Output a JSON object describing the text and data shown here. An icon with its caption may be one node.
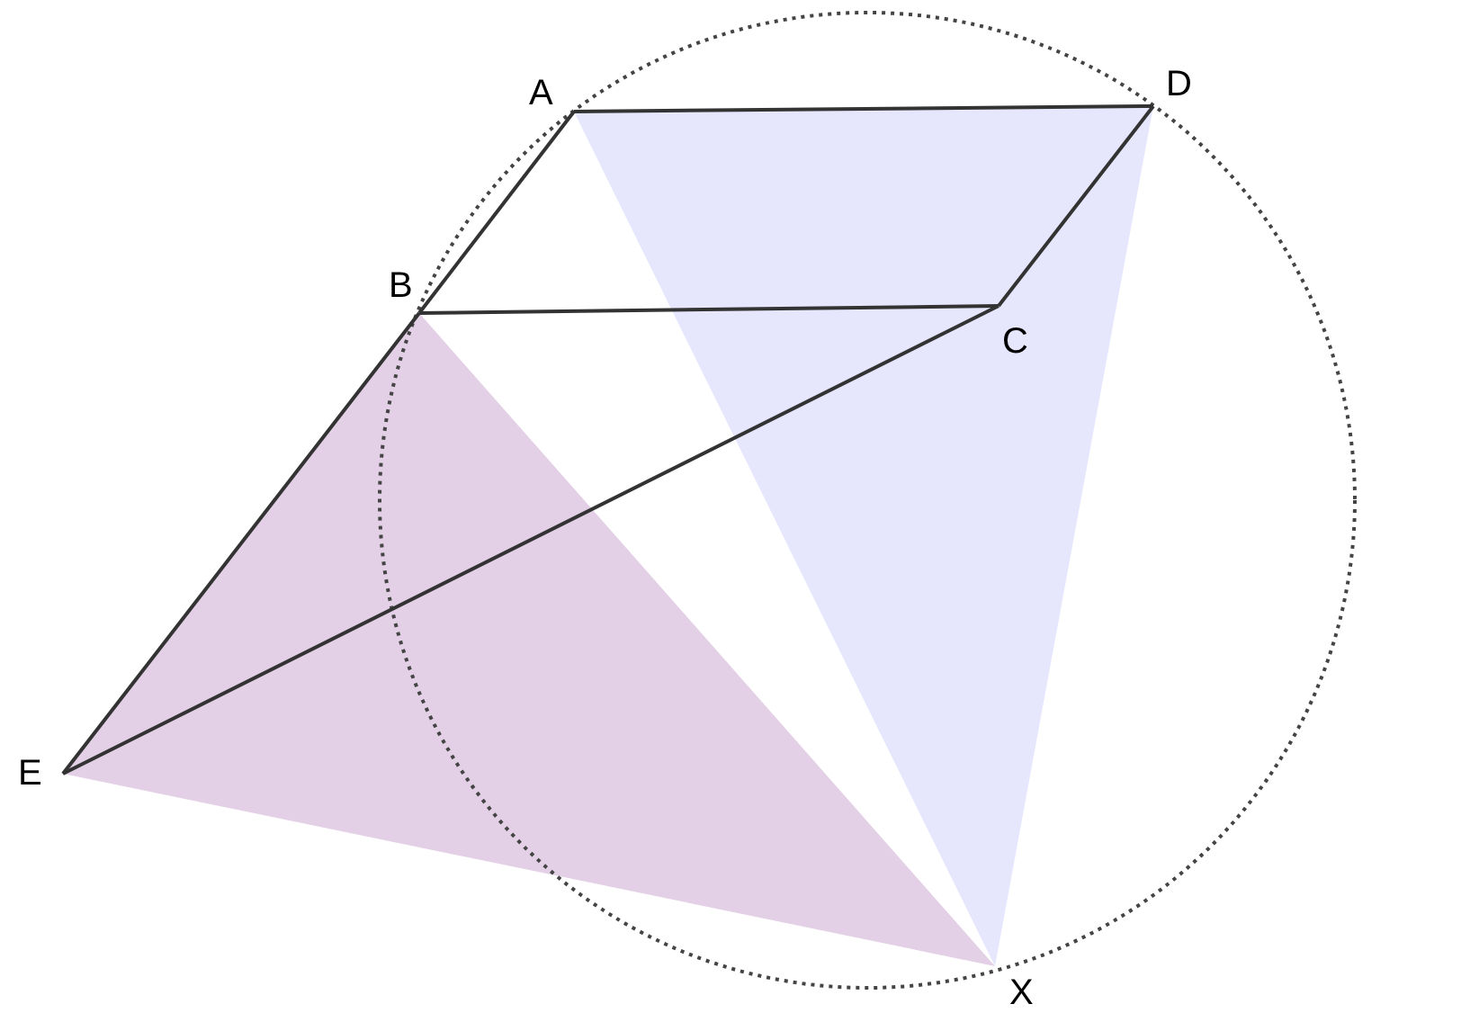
{
  "diagram": {
    "nodes": [
      {
        "text": [
          "A"
        ]
      },
      {
        "text": [
          "B"
        ]
      },
      {
        "text": [
          "C"
        ]
      },
      {
        "text": [
          "D"
        ]
      },
      {
        "text": [
          "E"
        ]
      }
    ],
    "edges": [
      {
        "from": 0,
        "to": 3,
        "arrow": "none"
      },
      {
        "from": 0,
        "to": 1,
        "arrow": "none"
      },
      {
        "from": 1,
        "to": 2,
        "arrow": "none"
      },
      {
        "from": 3,
        "to": 2,
        "arrow": "none"
      },
      {
        "from": 1,
        "to": 4,
        "arrow": "none"
      },
      {
        "from": 4,
        "to": 2,
        "arrow": "none"
      }
    ],
    "labels": [
      "X"
    ]
  }
}
